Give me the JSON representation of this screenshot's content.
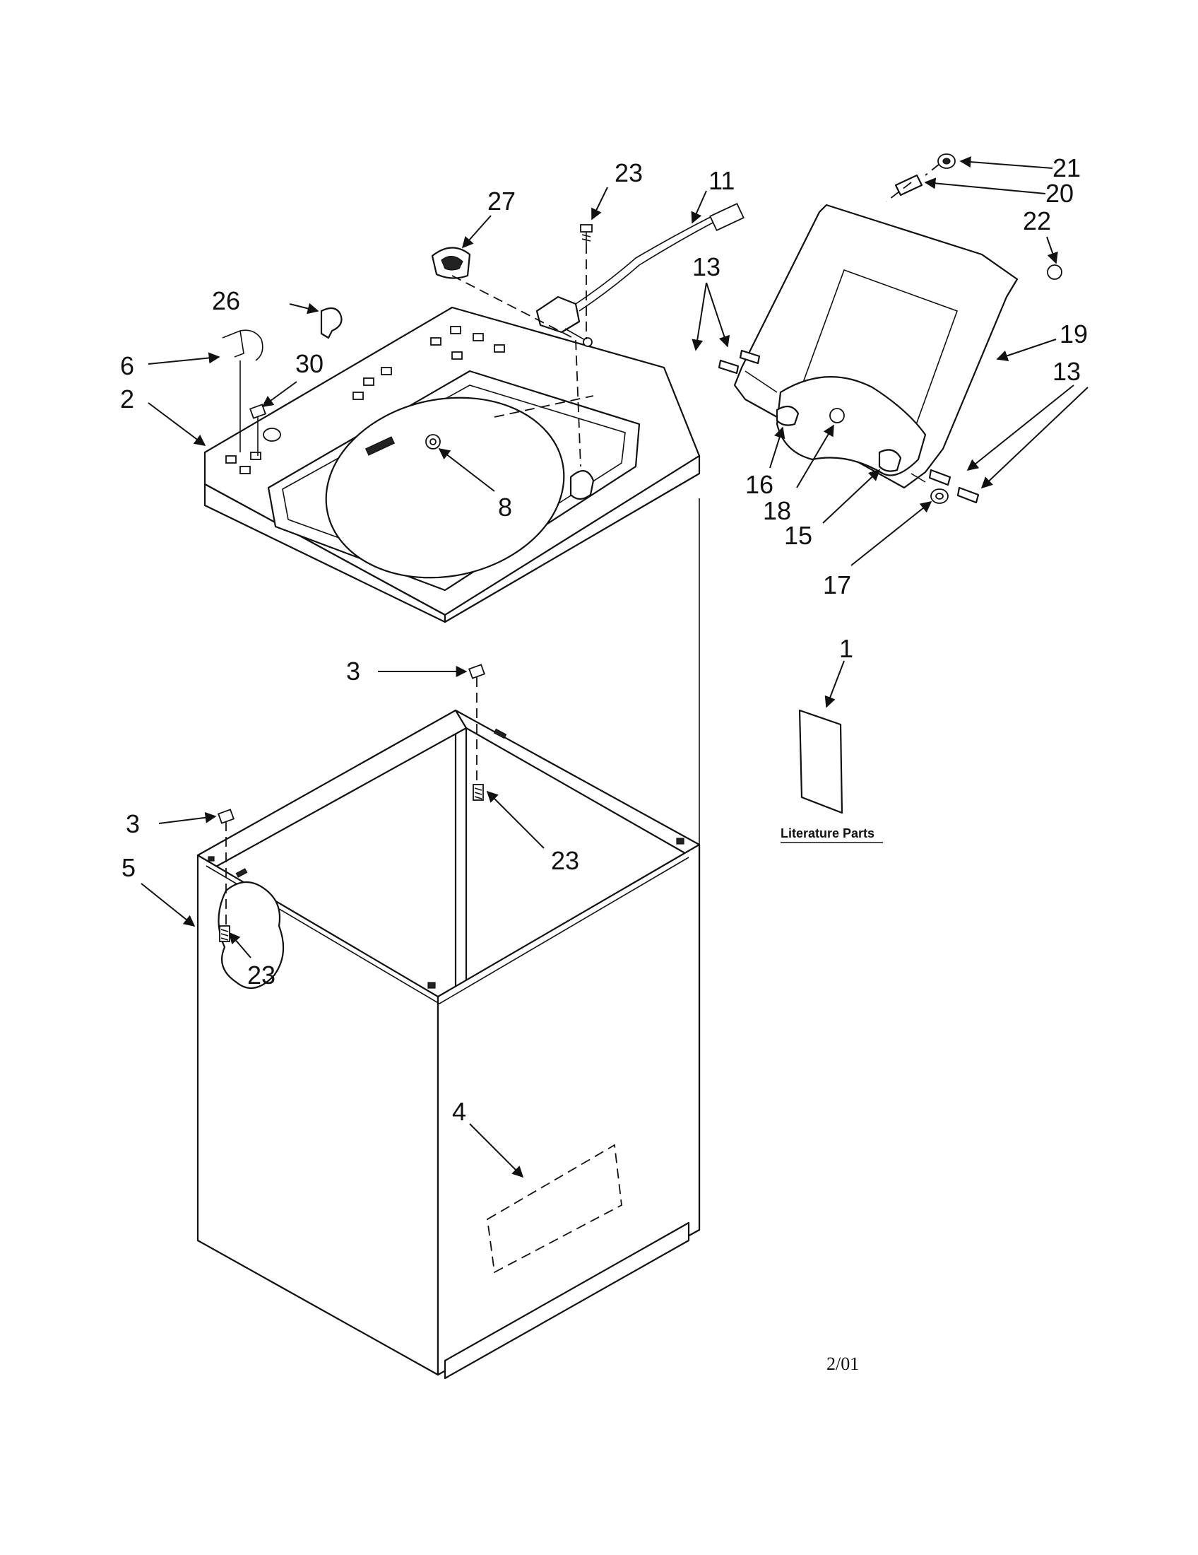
{
  "callouts": {
    "c1": "1",
    "c2": "2",
    "c3a": "3",
    "c3b": "3",
    "c4": "4",
    "c5": "5",
    "c6": "6",
    "c8": "8",
    "c11": "11",
    "c13a": "13",
    "c13b": "13",
    "c15": "15",
    "c16": "16",
    "c17": "17",
    "c18": "18",
    "c19": "19",
    "c20": "20",
    "c21": "21",
    "c22": "22",
    "c23a": "23",
    "c23b": "23",
    "c23c": "23",
    "c26": "26",
    "c27": "27",
    "c30": "30"
  },
  "literature_label": "Literature Parts",
  "revision_date": "2/01"
}
